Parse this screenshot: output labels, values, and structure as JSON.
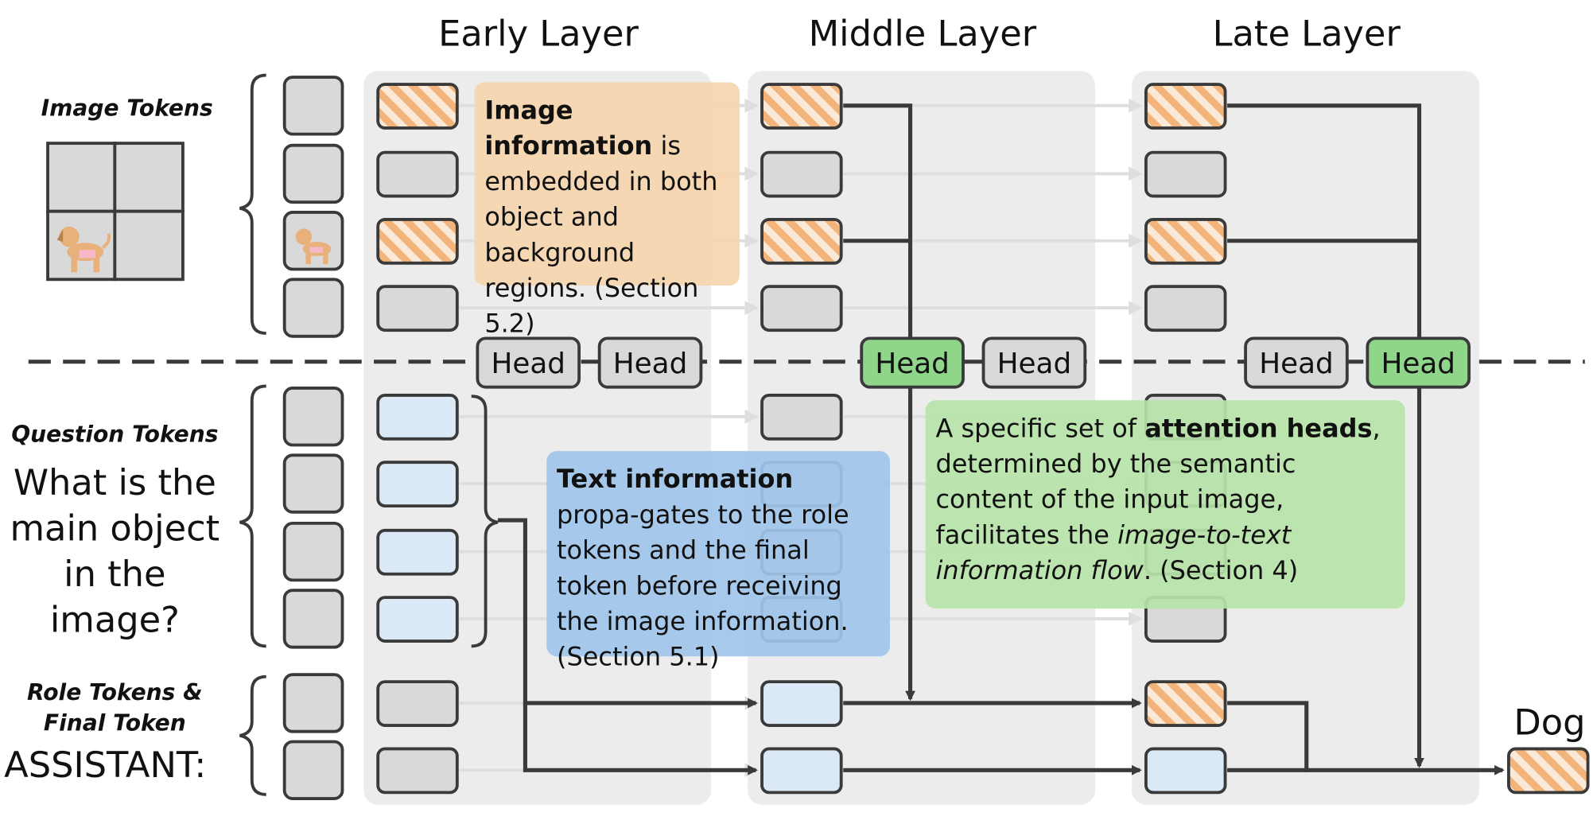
{
  "layers": [
    "Early Layer",
    "Middle Layer",
    "Late Layer"
  ],
  "groups": {
    "image": "Image Tokens",
    "question": "Question Tokens",
    "role": "Role Tokens & Final Token"
  },
  "question_text": "What is the main object in the image?",
  "role_text": "ASSISTANT:",
  "head_label": "Head",
  "output_label": "Dog",
  "annotations": {
    "image_info": {
      "bold": "Image information",
      "rest": " is embedded in both object and background regions. (Section 5.2)"
    },
    "text_info": {
      "bold": "Text information",
      "rest": " propa-gates to the role tokens and the final token before receiving the image information. (Section 5.1)"
    },
    "heads_info": {
      "pre": "A specific set of ",
      "bold": "attention heads",
      "mid": ", determined by the semantic content of the input image, facilitates the ",
      "italic": "image-to-text information flow",
      "post": ". (Section 4)"
    }
  },
  "colors": {
    "panel": "#ececec",
    "token_gray": "#d9d9d9",
    "token_blue": "#dbe8f6",
    "hatch_orange": "#f2b47a",
    "head_green": "#8fd68a",
    "head_gray": "#d9d9d9",
    "ann_orange": "#f5d6ae",
    "ann_blue": "#9fc6ea",
    "ann_green": "#b6e3a8",
    "stroke": "#3a3a3a"
  }
}
